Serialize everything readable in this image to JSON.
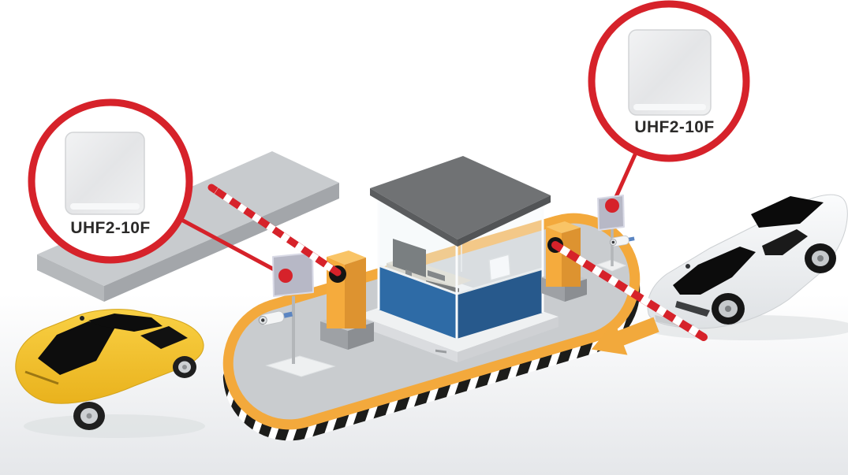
{
  "diagram": {
    "type": "isometric-product-application-diagram",
    "subject": "UHF RFID reader vehicle access control at a parking barrier gate",
    "callouts": [
      {
        "side": "left",
        "label": "UHF2-10F",
        "device": "uhf-rfid-reader-panel"
      },
      {
        "side": "right",
        "label": "UHF2-10F",
        "device": "uhf-rfid-reader-panel"
      }
    ],
    "colors": {
      "accent_red": "#d6222a",
      "orange": "#f3a93c",
      "road_gray": "#c9cccf",
      "curb_black": "#1c1c1a",
      "roof_gray": "#707274",
      "booth_blue": "#2e6ba6",
      "car_yellow": "#f2c52c",
      "car_white": "#f5f6f7",
      "panel_lavender": "#b7b8c6",
      "background_fade": "#e5e7ea"
    },
    "objects": [
      "left-rfid-reader-callout",
      "right-rfid-reader-callout",
      "entry-barrier-gate",
      "exit-barrier-gate",
      "rfid-reader-antenna-entry",
      "rfid-reader-antenna-exit",
      "cctv-camera-entry",
      "cctv-camera-exit",
      "guard-booth",
      "entering-yellow-car",
      "exiting-white-car",
      "exit-direction-arrow",
      "island-loop-road",
      "side-platform"
    ]
  }
}
